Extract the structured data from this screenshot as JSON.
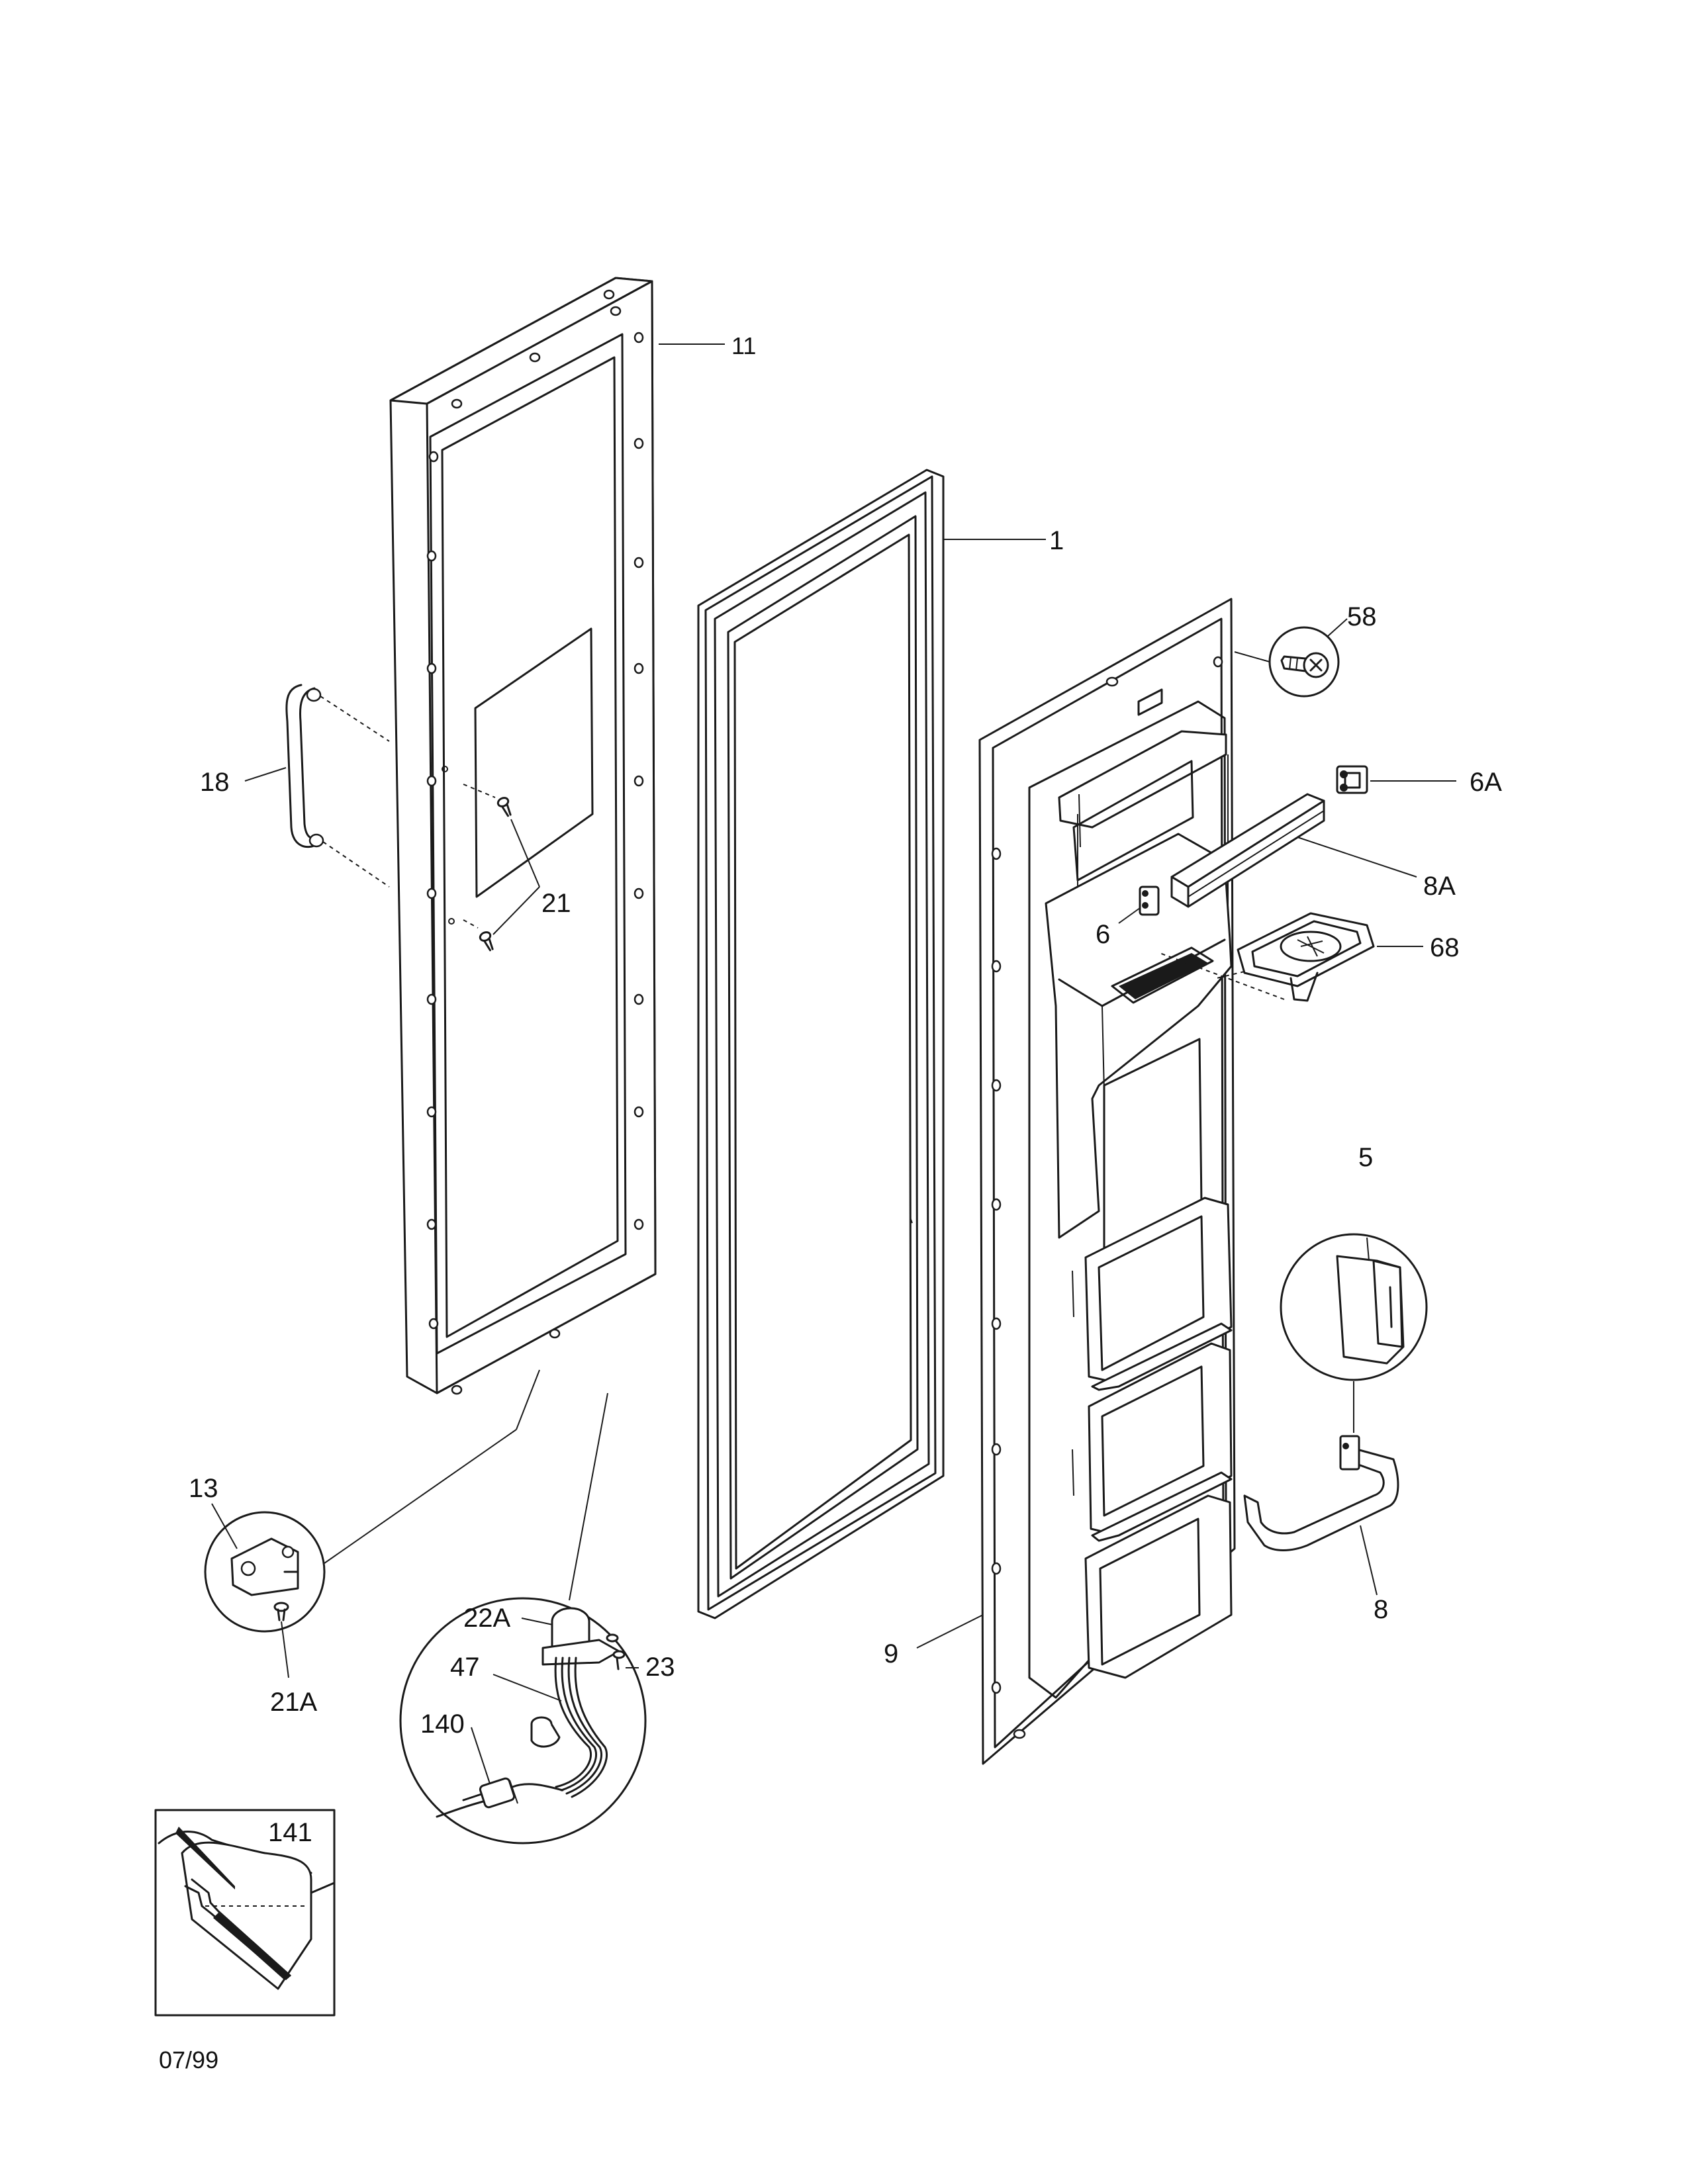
{
  "diagram": {
    "parts": {
      "p11": "11",
      "p1": "1",
      "p58": "58",
      "p6A": "6A",
      "p8A": "8A",
      "p6": "6",
      "p68": "68",
      "p18": "18",
      "p21": "21",
      "p5": "5",
      "p13": "13",
      "p21A": "21A",
      "p22A": "22A",
      "p23": "23",
      "p47": "47",
      "p140": "140",
      "p9": "9",
      "p8": "8",
      "p141": "141"
    },
    "date_code": "07/99"
  }
}
